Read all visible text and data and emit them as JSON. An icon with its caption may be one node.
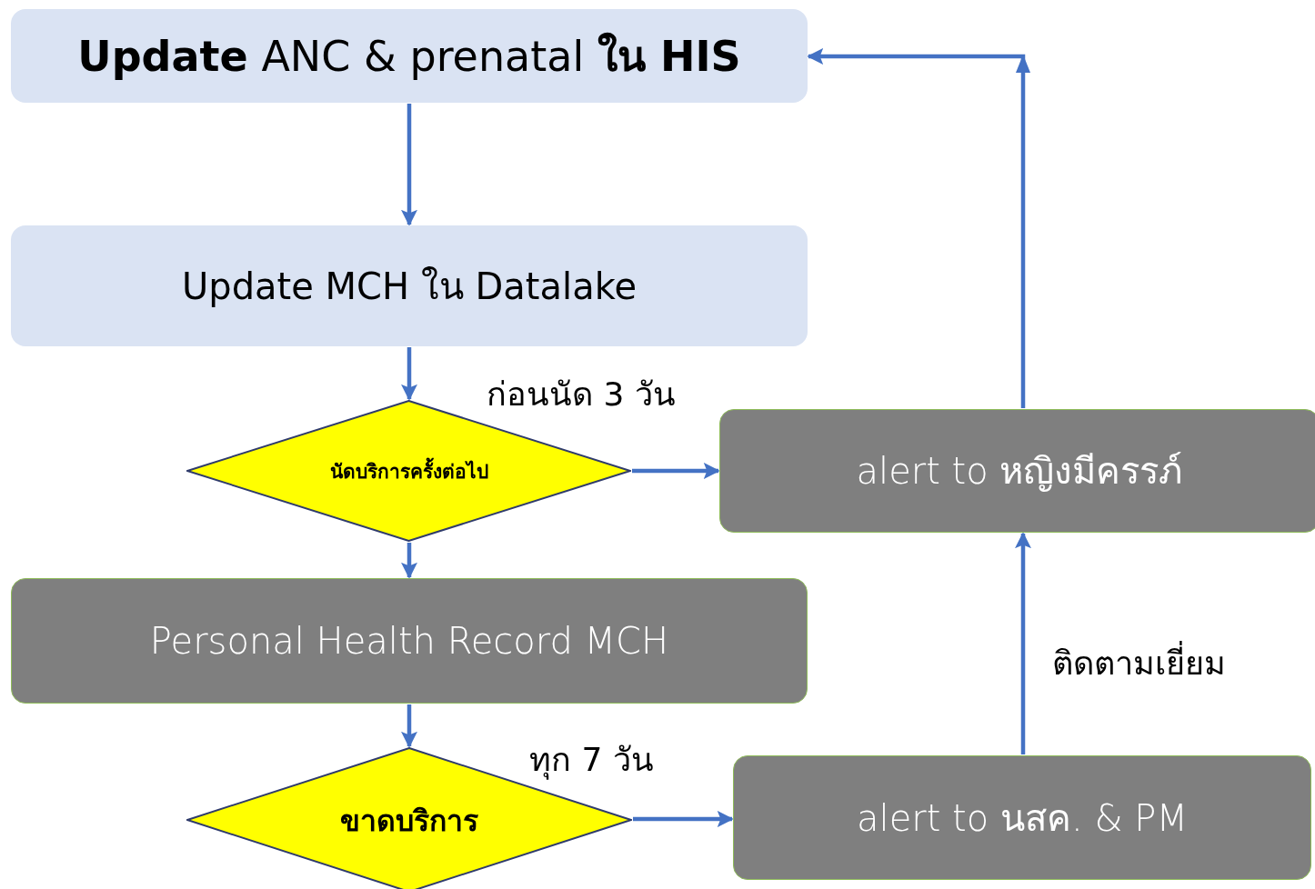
{
  "diagram": {
    "nodes": [
      {
        "text": [
          "**Update** ANC & prenatal  **ใน HIS**"
        ]
      },
      {
        "text": [
          "Update MCH ใน Datalake"
        ]
      },
      {
        "text": [
          "นัดบริการครั้งต่อไป"
        ]
      },
      {
        "text": [
          "alert to  หญิงมีครรภ์"
        ]
      },
      {
        "text": [
          "Personal Health Record MCH"
        ]
      },
      {
        "text": [
          "ขาดบริการ"
        ]
      },
      {
        "text": [
          "alert to นสค. & PM"
        ]
      }
    ],
    "edges": [
      {
        "from": 0,
        "to": 1,
        "arrow": "to"
      },
      {
        "from": 1,
        "to": 2,
        "arrow": "to"
      },
      {
        "from": 2,
        "to": 3,
        "arrow": "to",
        "label": "ก่อนนัด 3 วัน"
      },
      {
        "from": 2,
        "to": 4,
        "arrow": "to"
      },
      {
        "from": 4,
        "to": 5,
        "arrow": "to"
      },
      {
        "from": 5,
        "to": 6,
        "arrow": "to",
        "label": "ทุก 7 วัน"
      },
      {
        "from": 6,
        "to": 3,
        "arrow": "to",
        "label": "ติดตามเยี่ยม"
      },
      {
        "from": 3,
        "to": 0,
        "arrow": "to"
      }
    ]
  }
}
